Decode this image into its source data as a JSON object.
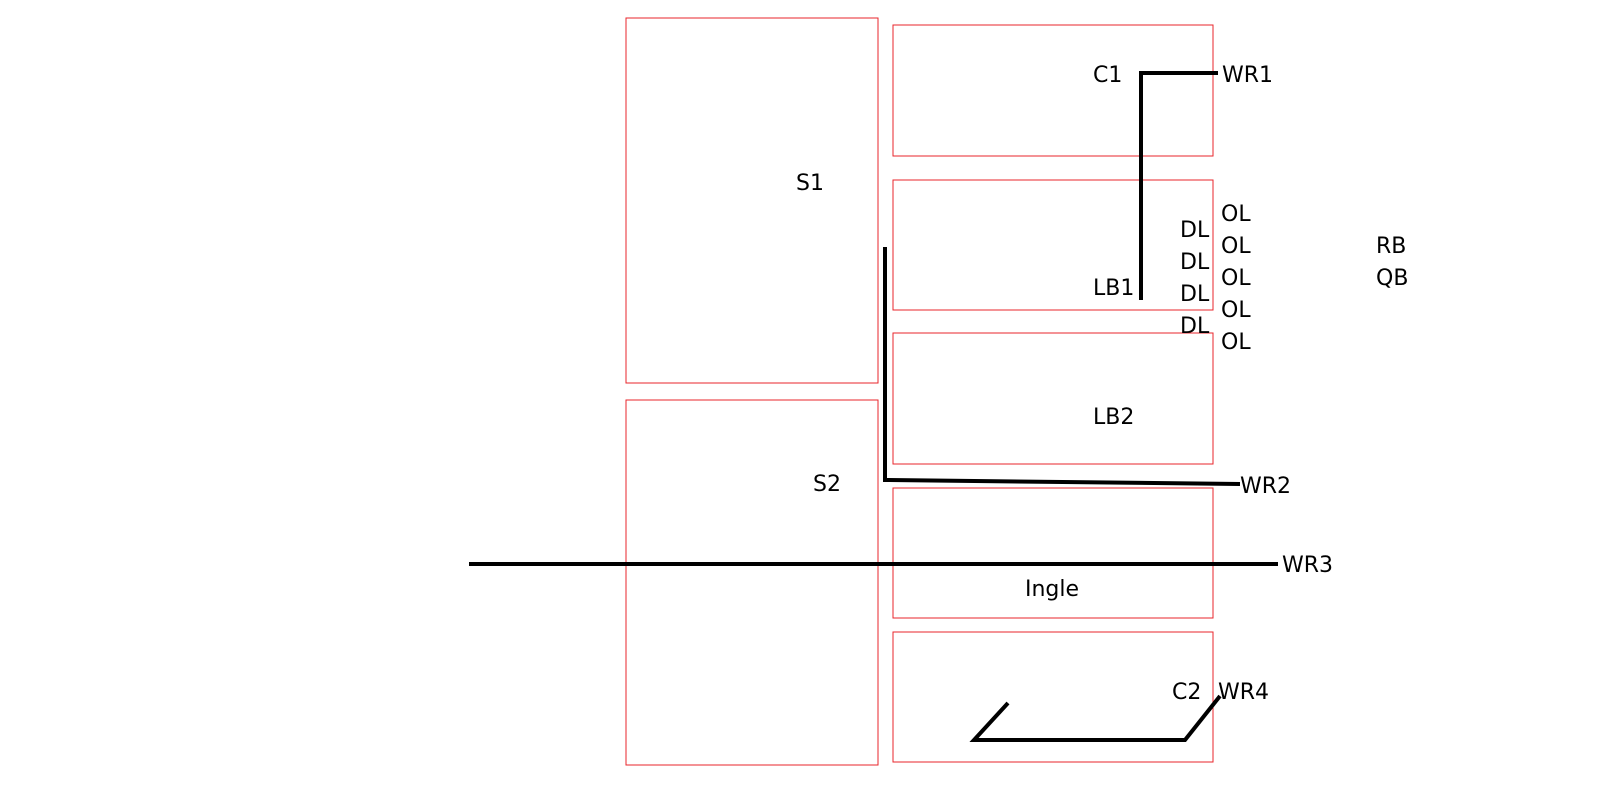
{
  "colors": {
    "zone_border": "#e8262b",
    "route": "#000000",
    "text": "#000000",
    "background": "#ffffff"
  },
  "zones": {
    "s1": "S1",
    "s2": "S2",
    "c1": "C1",
    "lb1": "LB1",
    "lb2": "LB2",
    "ingle": "Ingle",
    "c2": "C2"
  },
  "routes": {
    "wr1": "WR1",
    "wr2": "WR2",
    "wr3": "WR3",
    "wr4": "WR4"
  },
  "players": {
    "dl": [
      "DL",
      "DL",
      "DL",
      "DL"
    ],
    "ol": [
      "OL",
      "OL",
      "OL",
      "OL",
      "OL"
    ],
    "rb": "RB",
    "qb": "QB"
  }
}
